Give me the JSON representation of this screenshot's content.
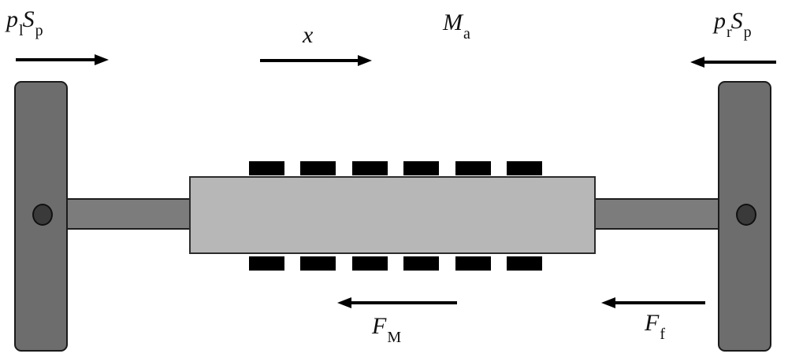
{
  "labels": {
    "pressure_left": {
      "sym1": "p",
      "sub1": "l",
      "sym2": "S",
      "sub2": "p"
    },
    "displacement": {
      "sym": "x"
    },
    "mass": {
      "sym": "M",
      "sub": "a"
    },
    "pressure_right": {
      "sym1": "p",
      "sub1": "r",
      "sym2": "S",
      "sub2": "p"
    },
    "magnet_force": {
      "sym": "F",
      "sub": "M"
    },
    "friction_force": {
      "sym": "F",
      "sub": "f"
    }
  },
  "colors": {
    "piston_fill": "#6d6d6d",
    "rod_fill": "#7c7c7c",
    "armature_fill": "#b7b7b7",
    "segment_fill": "#000000",
    "outline": "#1a1a1a",
    "pivot_fill": "#3a3a3a",
    "arrow": "#000000"
  }
}
